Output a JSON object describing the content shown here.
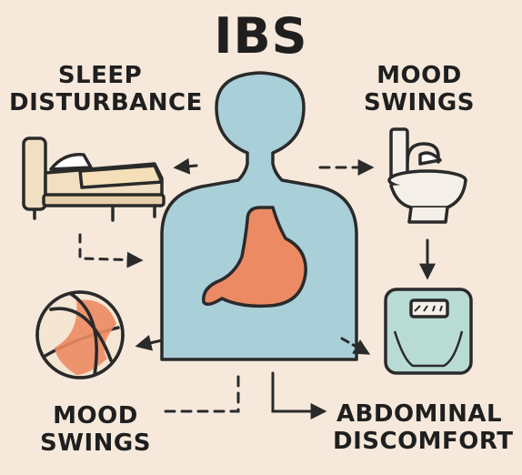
{
  "title": "IBS",
  "labels": {
    "top_left": [
      "SLEEP",
      "DISTURBANCE"
    ],
    "top_right": [
      "MOOD",
      "SWINGS"
    ],
    "bottom_left": [
      "MOOD",
      "SWINGS"
    ],
    "bottom_right": [
      "ABDOMINAL",
      "DISCOMFORT"
    ]
  },
  "icons": {
    "center": "human-torso-with-stomach-icon",
    "top_left": "bed-icon",
    "top_right": "toilet-icon",
    "bottom_left": "basketball-icon",
    "bottom_right": "bathroom-scale-icon"
  },
  "colors": {
    "background": "#f6e9dc",
    "body": "#a9cfd9",
    "stomach": "#ec8b63",
    "outline": "#2a2a2a"
  }
}
